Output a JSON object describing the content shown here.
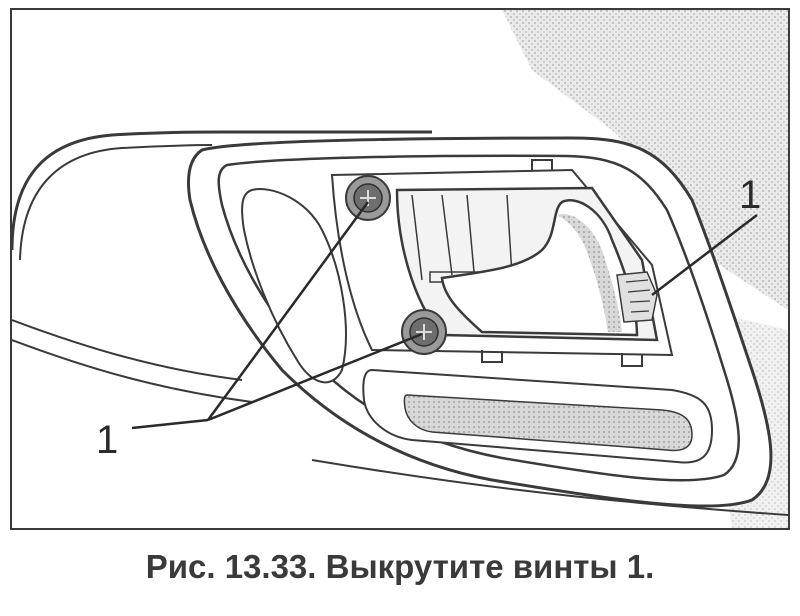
{
  "figure": {
    "caption": "Рис. 13.33. Выкрутите винты 1.",
    "callouts": [
      {
        "id": "right",
        "label": "1",
        "target": "screw behind handle"
      },
      {
        "id": "left",
        "label": "1",
        "target": "two mounting screws"
      }
    ],
    "colors": {
      "line": "#3a3a3a",
      "shade": "#c9c9c9",
      "fill": "#f3f3f3"
    }
  }
}
